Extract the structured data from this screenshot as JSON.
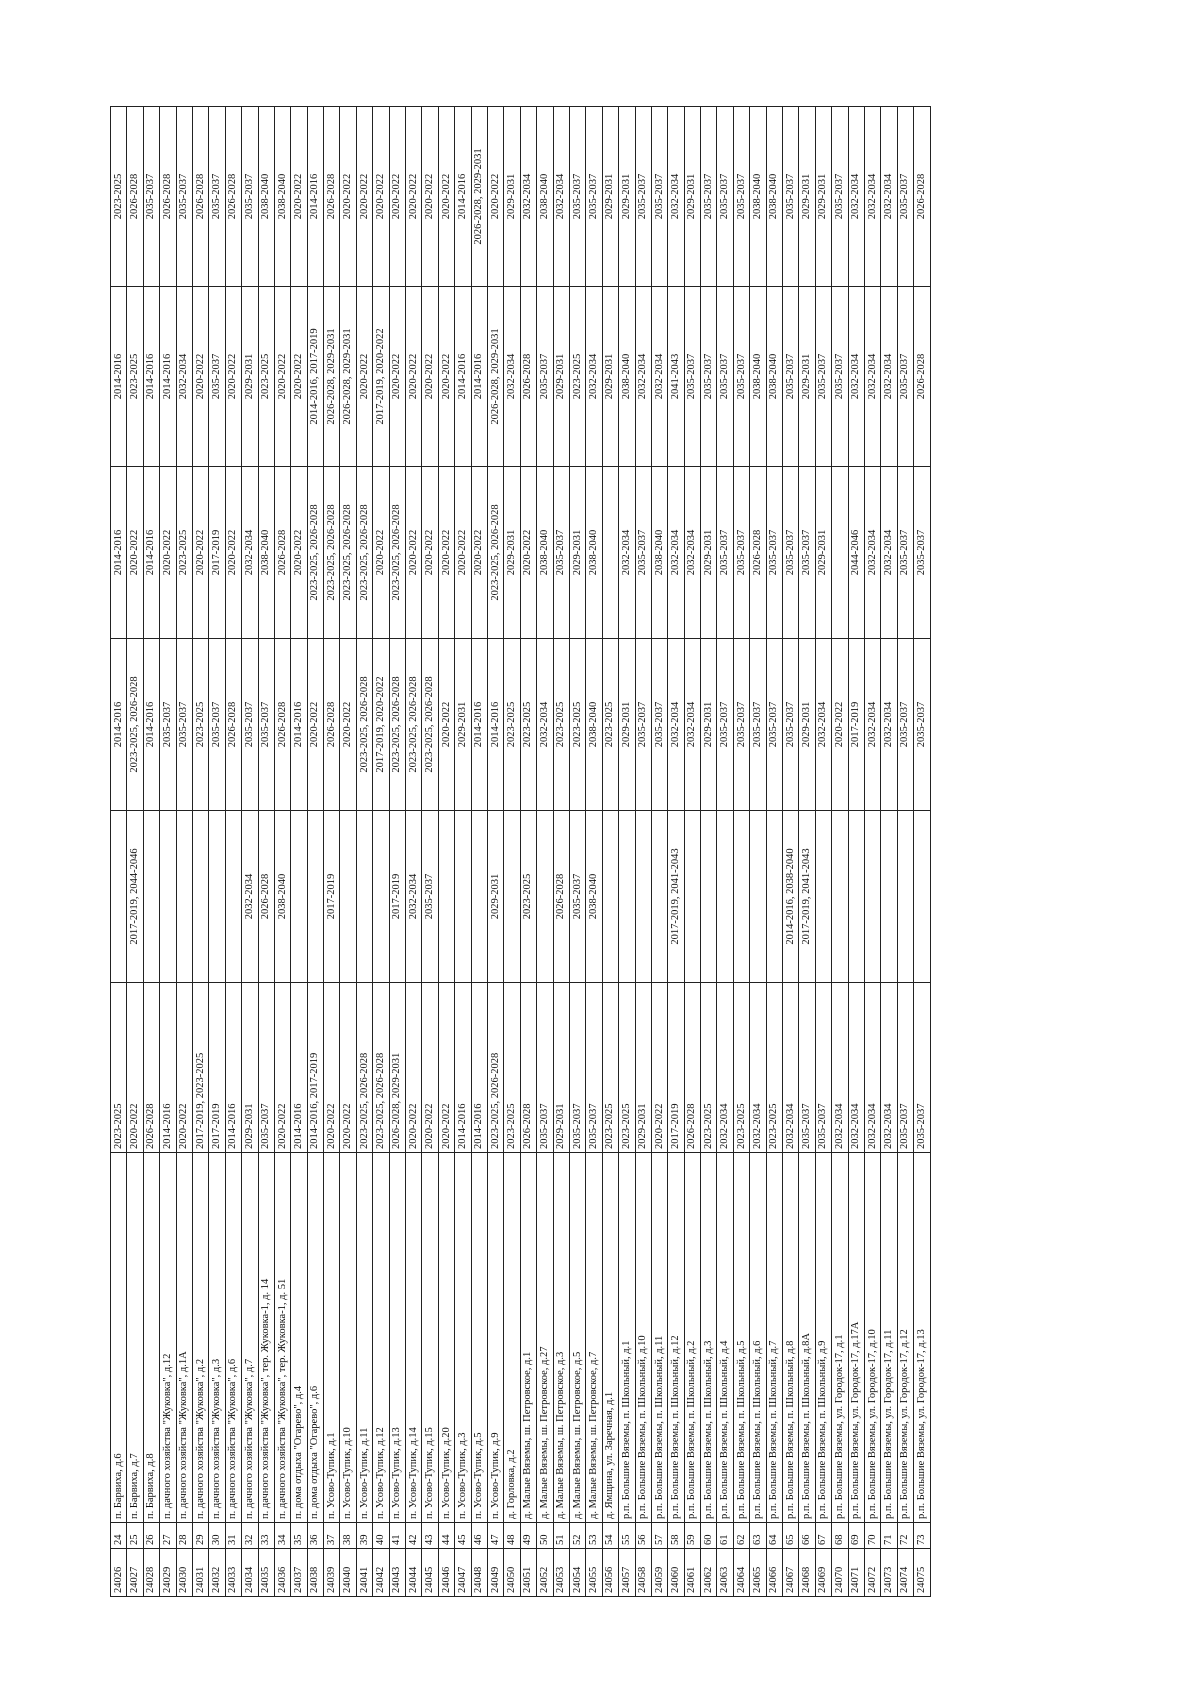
{
  "rows": [
    [
      "24026",
      "24",
      "п. Барвиха, д.6",
      "2023-2025",
      "",
      "2014-2016",
      "2014-2016",
      "2014-2016",
      "2023-2025"
    ],
    [
      "24027",
      "25",
      "п. Барвиха, д.7",
      "2020-2022",
      "2017-2019, 2044-2046",
      "2023-2025, 2026-2028",
      "2020-2022",
      "2023-2025",
      "2026-2028"
    ],
    [
      "24028",
      "26",
      "п. Барвиха, д.8",
      "2026-2028",
      "",
      "2014-2016",
      "2014-2016",
      "2014-2016",
      "2035-2037"
    ],
    [
      "24029",
      "27",
      "п. дачного хозяйства \"Жуковка\", д.12",
      "2014-2016",
      "",
      "2035-2037",
      "2020-2022",
      "2014-2016",
      "2026-2028"
    ],
    [
      "24030",
      "28",
      "п. дачного хозяйства \"Жуковка\", д.1А",
      "2020-2022",
      "",
      "2035-2037",
      "2023-2025",
      "2032-2034",
      "2035-2037"
    ],
    [
      "24031",
      "29",
      "п. дачного хозяйства \"Жуковка\", д.2",
      "2017-2019, 2023-2025",
      "",
      "2023-2025",
      "2020-2022",
      "2020-2022",
      "2026-2028"
    ],
    [
      "24032",
      "30",
      "п. дачного хозяйства \"Жуковка\", д.3",
      "2017-2019",
      "",
      "2035-2037",
      "2017-2019",
      "2035-2037",
      "2035-2037"
    ],
    [
      "24033",
      "31",
      "п. дачного хозяйства \"Жуковка\", д.6",
      "2014-2016",
      "",
      "2026-2028",
      "2020-2022",
      "2020-2022",
      "2026-2028"
    ],
    [
      "24034",
      "32",
      "п. дачного хозяйства \"Жуковка\", д.7",
      "2029-2031",
      "2032-2034",
      "2035-2037",
      "2032-2034",
      "2029-2031",
      "2035-2037"
    ],
    [
      "24035",
      "33",
      "п. дачного хозяйства \"Жуковка\", тер. Жуковка-1, д. 14",
      "2035-2037",
      "2026-2028",
      "2035-2037",
      "2038-2040",
      "2023-2025",
      "2038-2040"
    ],
    [
      "24036",
      "34",
      "п. дачного хозяйства \"Жуковка\", тер. Жуковка-1, д. 51",
      "2020-2022",
      "2038-2040",
      "2026-2028",
      "2026-2028",
      "2020-2022",
      "2038-2040"
    ],
    [
      "24037",
      "35",
      "п. дома отдыха \"Огарево\", д.4",
      "2014-2016",
      "",
      "2014-2016",
      "2020-2022",
      "2020-2022",
      "2020-2022"
    ],
    [
      "24038",
      "36",
      "п. дома отдыха \"Огарево\", д.6",
      "2014-2016, 2017-2019",
      "",
      "2020-2022",
      "2023-2025, 2026-2028",
      "2014-2016, 2017-2019",
      "2014-2016"
    ],
    [
      "24039",
      "37",
      "п. Усово-Тупик, д.1",
      "2020-2022",
      "2017-2019",
      "2026-2028",
      "2023-2025, 2026-2028",
      "2026-2028, 2029-2031",
      "2026-2028"
    ],
    [
      "24040",
      "38",
      "п. Усово-Тупик, д.10",
      "2020-2022",
      "",
      "2020-2022",
      "2023-2025, 2026-2028",
      "2026-2028, 2029-2031",
      "2020-2022"
    ],
    [
      "24041",
      "39",
      "п. Усово-Тупик, д.11",
      "2023-2025, 2026-2028",
      "",
      "2023-2025, 2026-2028",
      "2023-2025, 2026-2028",
      "2020-2022",
      "2020-2022"
    ],
    [
      "24042",
      "40",
      "п. Усово-Тупик, д.12",
      "2023-2025, 2026-2028",
      "",
      "2017-2019, 2020-2022",
      "2020-2022",
      "2017-2019, 2020-2022",
      "2020-2022"
    ],
    [
      "24043",
      "41",
      "п. Усово-Тупик, д.13",
      "2026-2028, 2029-2031",
      "2017-2019",
      "2023-2025, 2026-2028",
      "2023-2025, 2026-2028",
      "2020-2022",
      "2020-2022"
    ],
    [
      "24044",
      "42",
      "п. Усово-Тупик, д.14",
      "2020-2022",
      "2032-2034",
      "2023-2025, 2026-2028",
      "2020-2022",
      "2020-2022",
      "2020-2022"
    ],
    [
      "24045",
      "43",
      "п. Усово-Тупик, д.15",
      "2020-2022",
      "2035-2037",
      "2023-2025, 2026-2028",
      "2020-2022",
      "2020-2022",
      "2020-2022"
    ],
    [
      "24046",
      "44",
      "п. Усово-Тупик, д.20",
      "2020-2022",
      "",
      "2020-2022",
      "2020-2022",
      "2020-2022",
      "2020-2022"
    ],
    [
      "24047",
      "45",
      "п. Усово-Тупик, д.3",
      "2014-2016",
      "",
      "2029-2031",
      "2020-2022",
      "2014-2016",
      "2014-2016"
    ],
    [
      "24048",
      "46",
      "п. Усово-Тупик, д.5",
      "2014-2016",
      "",
      "2014-2016",
      "2020-2022",
      "2014-2016",
      "2026-2028, 2029-2031"
    ],
    [
      "24049",
      "47",
      "п. Усово-Тупик, д.9",
      "2023-2025, 2026-2028",
      "2029-2031",
      "2014-2016",
      "2023-2025, 2026-2028",
      "2026-2028, 2029-2031",
      "2020-2022"
    ],
    [
      "24050",
      "48",
      "д. Горловка, д.2",
      "2023-2025",
      "",
      "2023-2025",
      "2029-2031",
      "2032-2034",
      "2029-2031"
    ],
    [
      "24051",
      "49",
      "д. Малые Вяземы, ш. Петровское, д.1",
      "2026-2028",
      "2023-2025",
      "2023-2025",
      "2020-2022",
      "2026-2028",
      "2032-2034"
    ],
    [
      "24052",
      "50",
      "д. Малые Вяземы, ш. Петровское, д.27",
      "2035-2037",
      "",
      "2032-2034",
      "2038-2040",
      "2035-2037",
      "2038-2040"
    ],
    [
      "24053",
      "51",
      "д. Малые Вяземы, ш. Петровское, д.3",
      "2029-2031",
      "2026-2028",
      "2023-2025",
      "2035-2037",
      "2029-2031",
      "2032-2034"
    ],
    [
      "24054",
      "52",
      "д. Малые Вяземы, ш. Петровское, д.5",
      "2035-2037",
      "2035-2037",
      "2023-2025",
      "2029-2031",
      "2023-2025",
      "2035-2037"
    ],
    [
      "24055",
      "53",
      "д. Малые Вяземы, ш. Петровское, д.7",
      "2035-2037",
      "2038-2040",
      "2038-2040",
      "2038-2040",
      "2032-2034",
      "2035-2037"
    ],
    [
      "24056",
      "54",
      "д. Ямщина, ул. Заречная, д.1",
      "2023-2025",
      "",
      "2023-2025",
      "",
      "2029-2031",
      "2029-2031"
    ],
    [
      "24057",
      "55",
      "р.п. Большие Вяземы, п. Школьный, д.1",
      "2023-2025",
      "",
      "2029-2031",
      "2032-2034",
      "2038-2040",
      "2029-2031"
    ],
    [
      "24058",
      "56",
      "р.п. Большие Вяземы, п. Школьный, д.10",
      "2029-2031",
      "",
      "2035-2037",
      "2035-2037",
      "2032-2034",
      "2035-2037"
    ],
    [
      "24059",
      "57",
      "р.п. Большие Вяземы, п. Школьный, д.11",
      "2020-2022",
      "",
      "2035-2037",
      "2038-2040",
      "2032-2034",
      "2035-2037"
    ],
    [
      "24060",
      "58",
      "р.п. Большие Вяземы, п. Школьный, д.12",
      "2017-2019",
      "2017-2019, 2041-2043",
      "2032-2034",
      "2032-2034",
      "2041-2043",
      "2032-2034"
    ],
    [
      "24061",
      "59",
      "р.п. Большие Вяземы, п. Школьный, д.2",
      "2026-2028",
      "",
      "2032-2034",
      "2032-2034",
      "2035-2037",
      "2029-2031"
    ],
    [
      "24062",
      "60",
      "р.п. Большие Вяземы, п. Школьный, д.3",
      "2023-2025",
      "",
      "2029-2031",
      "2029-2031",
      "2035-2037",
      "2035-2037"
    ],
    [
      "24063",
      "61",
      "р.п. Большие Вяземы, п. Школьный, д.4",
      "2032-2034",
      "",
      "2035-2037",
      "2035-2037",
      "2035-2037",
      "2035-2037"
    ],
    [
      "24064",
      "62",
      "р.п. Большие Вяземы, п. Школьный, д.5",
      "2023-2025",
      "",
      "2035-2037",
      "2035-2037",
      "2035-2037",
      "2035-2037"
    ],
    [
      "24065",
      "63",
      "р.п. Большие Вяземы, п. Школьный, д.6",
      "2032-2034",
      "",
      "2035-2037",
      "2026-2028",
      "2038-2040",
      "2038-2040"
    ],
    [
      "24066",
      "64",
      "р.п. Большие Вяземы, п. Школьный, д.7",
      "2023-2025",
      "",
      "2035-2037",
      "2035-2037",
      "2038-2040",
      "2038-2040"
    ],
    [
      "24067",
      "65",
      "р.п. Большие Вяземы, п. Школьный, д.8",
      "2032-2034",
      "2014-2016, 2038-2040",
      "2035-2037",
      "2035-2037",
      "2035-2037",
      "2035-2037"
    ],
    [
      "24068",
      "66",
      "р.п. Большие Вяземы, п. Школьный, д.8А",
      "2035-2037",
      "2017-2019, 2041-2043",
      "2029-2031",
      "2035-2037",
      "2029-2031",
      "2029-2031"
    ],
    [
      "24069",
      "67",
      "р.п. Большие Вяземы, п. Школьный, д.9",
      "2035-2037",
      "",
      "2032-2034",
      "2029-2031",
      "2035-2037",
      "2029-2031"
    ],
    [
      "24070",
      "68",
      "р.п. Большие Вяземы, ул. Городок-17, д.1",
      "2032-2034",
      "",
      "2020-2022",
      "",
      "2035-2037",
      "2035-2037"
    ],
    [
      "24071",
      "69",
      "р.п. Большие Вяземы, ул. Городок-17, д.17А",
      "2032-2034",
      "",
      "2017-2019",
      "2044-2046",
      "2032-2034",
      "2032-2034"
    ],
    [
      "24072",
      "70",
      "р.п. Большие Вяземы, ул. Городок-17, д.10",
      "2032-2034",
      "",
      "2032-2034",
      "2032-2034",
      "2032-2034",
      "2032-2034"
    ],
    [
      "24073",
      "71",
      "р.п. Большие Вяземы, ул. Городок-17, д.11",
      "2032-2034",
      "",
      "2032-2034",
      "2032-2034",
      "2032-2034",
      "2032-2034"
    ],
    [
      "24074",
      "72",
      "р.п. Большие Вяземы, ул. Городок-17, д.12",
      "2035-2037",
      "",
      "2035-2037",
      "2035-2037",
      "2035-2037",
      "2035-2037"
    ],
    [
      "24075",
      "73",
      "р.п. Большие Вяземы, ул. Городок-17, д.13",
      "2035-2037",
      "",
      "2035-2037",
      "2035-2037",
      "2026-2028",
      "2026-2028"
    ]
  ]
}
